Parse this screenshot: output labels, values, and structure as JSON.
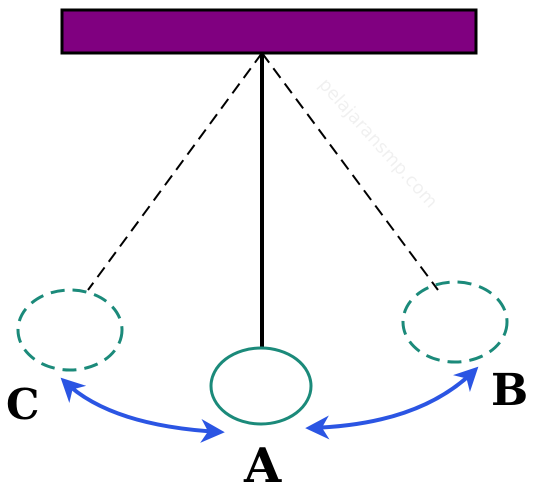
{
  "diagram": {
    "type": "pendulum-swing",
    "positions": [
      {
        "id": "A",
        "label": "A",
        "role": "rest-position",
        "outline": "solid"
      },
      {
        "id": "B",
        "label": "B",
        "role": "right-extreme",
        "outline": "dashed"
      },
      {
        "id": "C",
        "label": "C",
        "role": "left-extreme",
        "outline": "dashed"
      }
    ],
    "swing_arrows": [
      {
        "from": "A",
        "to": "C",
        "heads": "both"
      },
      {
        "from": "A",
        "to": "B",
        "heads": "both"
      }
    ],
    "watermark": "pelajaransmp.com"
  },
  "colors": {
    "support": "#800080",
    "string": "#000000",
    "bob_outline": "#1b8a7a",
    "arrow": "#2b55e3",
    "label": "#000000",
    "background": "#ffffff"
  }
}
